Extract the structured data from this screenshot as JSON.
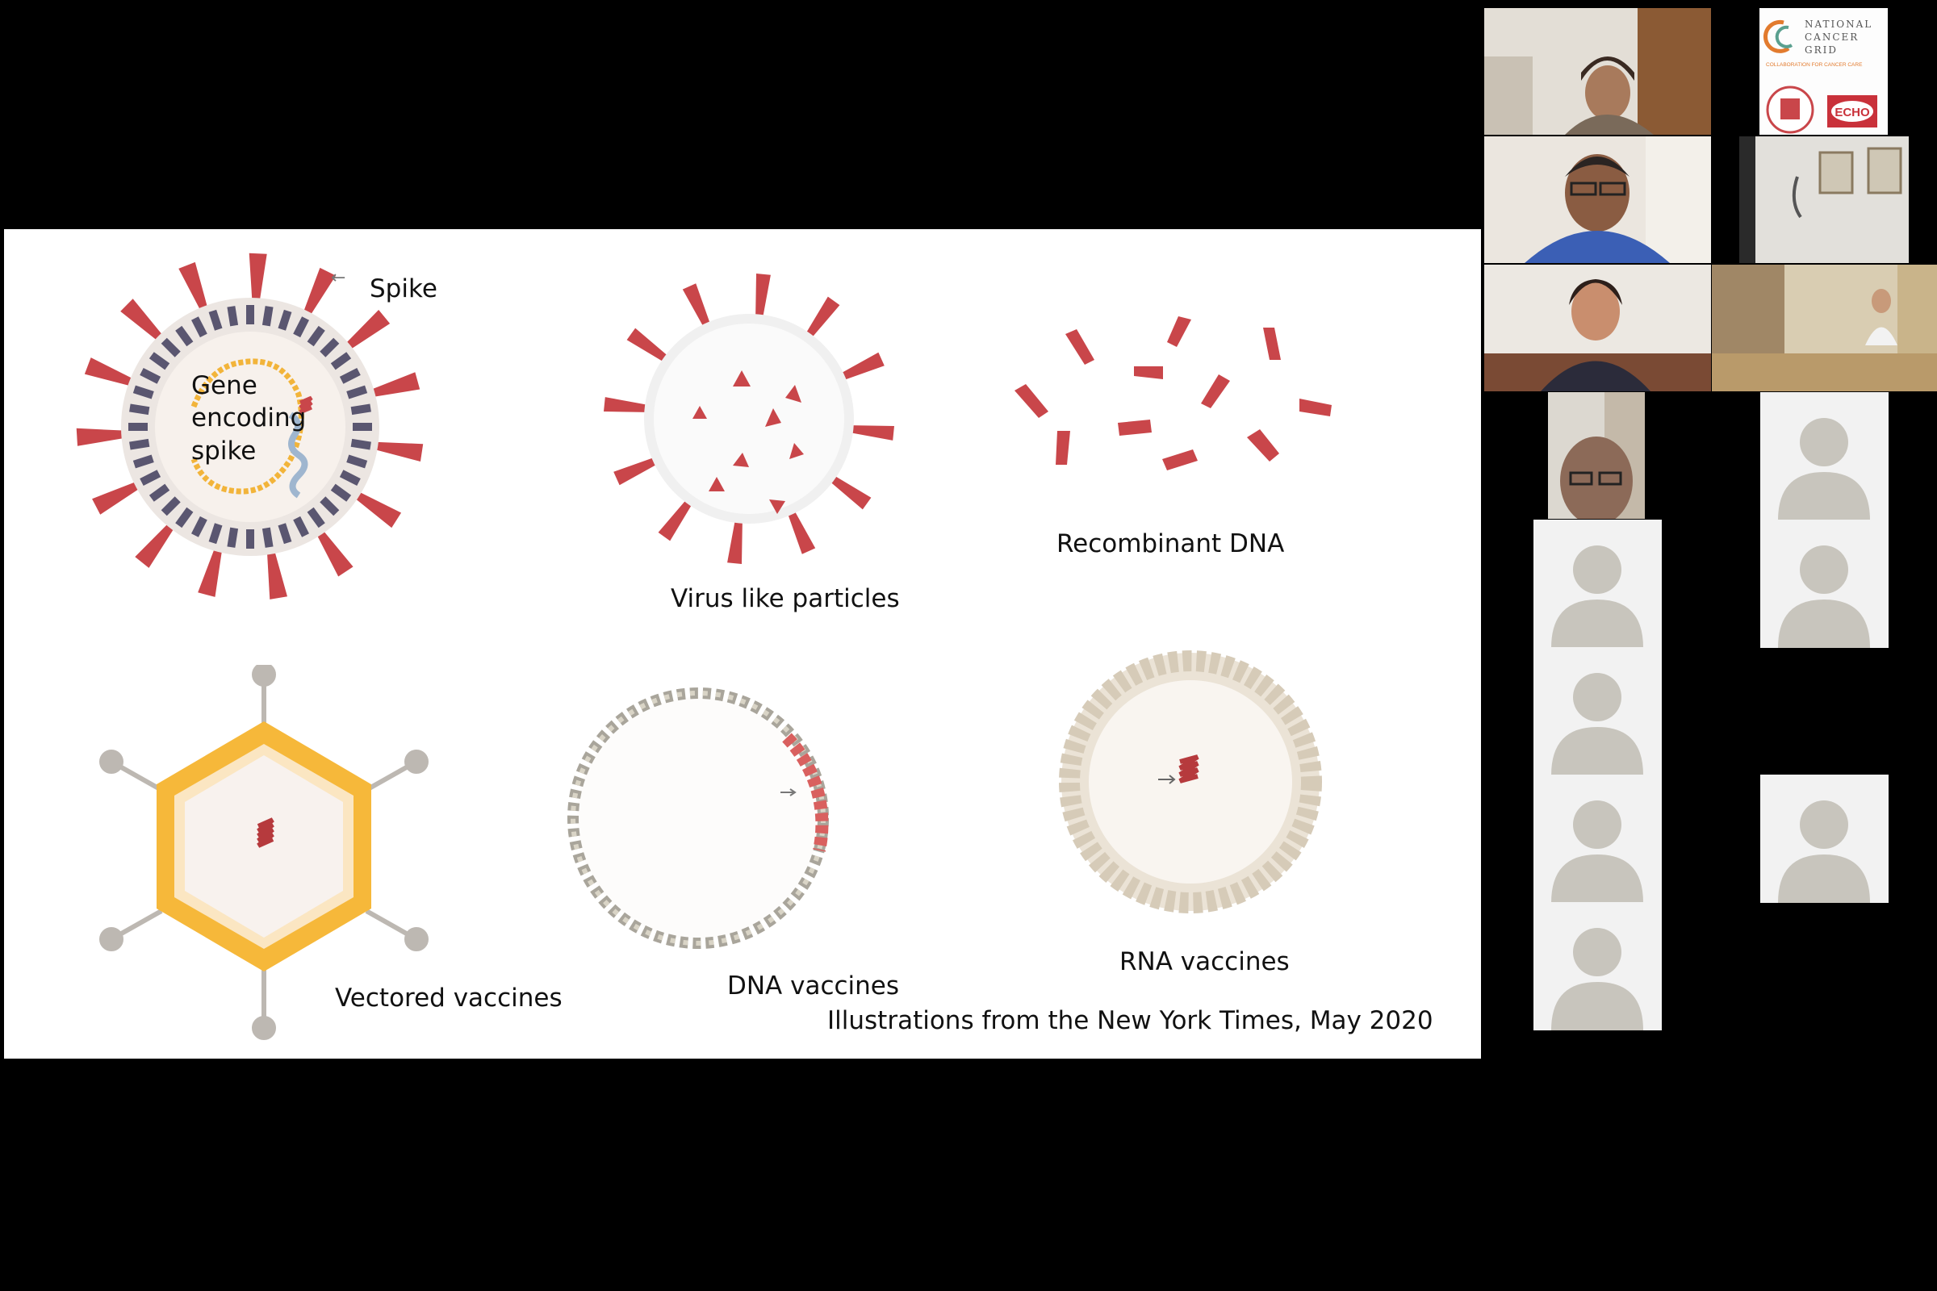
{
  "slide": {
    "spike_label": "Spike",
    "gene_line1": "Gene",
    "gene_line2": "encoding",
    "gene_line3": "spike",
    "vlp_label": "Virus like particles",
    "recombinant_label": "Recombinant DNA",
    "vectored_label": "Vectored vaccines",
    "dna_label": "DNA vaccines",
    "rna_label": "RNA vaccines",
    "credit": "Illustrations from the New York Times, May 2020"
  },
  "logo": {
    "line1": "NATIONAL",
    "line2": "CANCER",
    "line3": "GRID",
    "tagline": "COLLABORATION FOR CANCER CARE",
    "echo": "ECHO"
  },
  "colors": {
    "spike_red": "#c9464a",
    "membrane": "#5a5670",
    "gene_yellow": "#f2b43a",
    "vector_orange": "#f6b83a",
    "background": "#000000",
    "avatar_gray": "#c8c5bd"
  }
}
